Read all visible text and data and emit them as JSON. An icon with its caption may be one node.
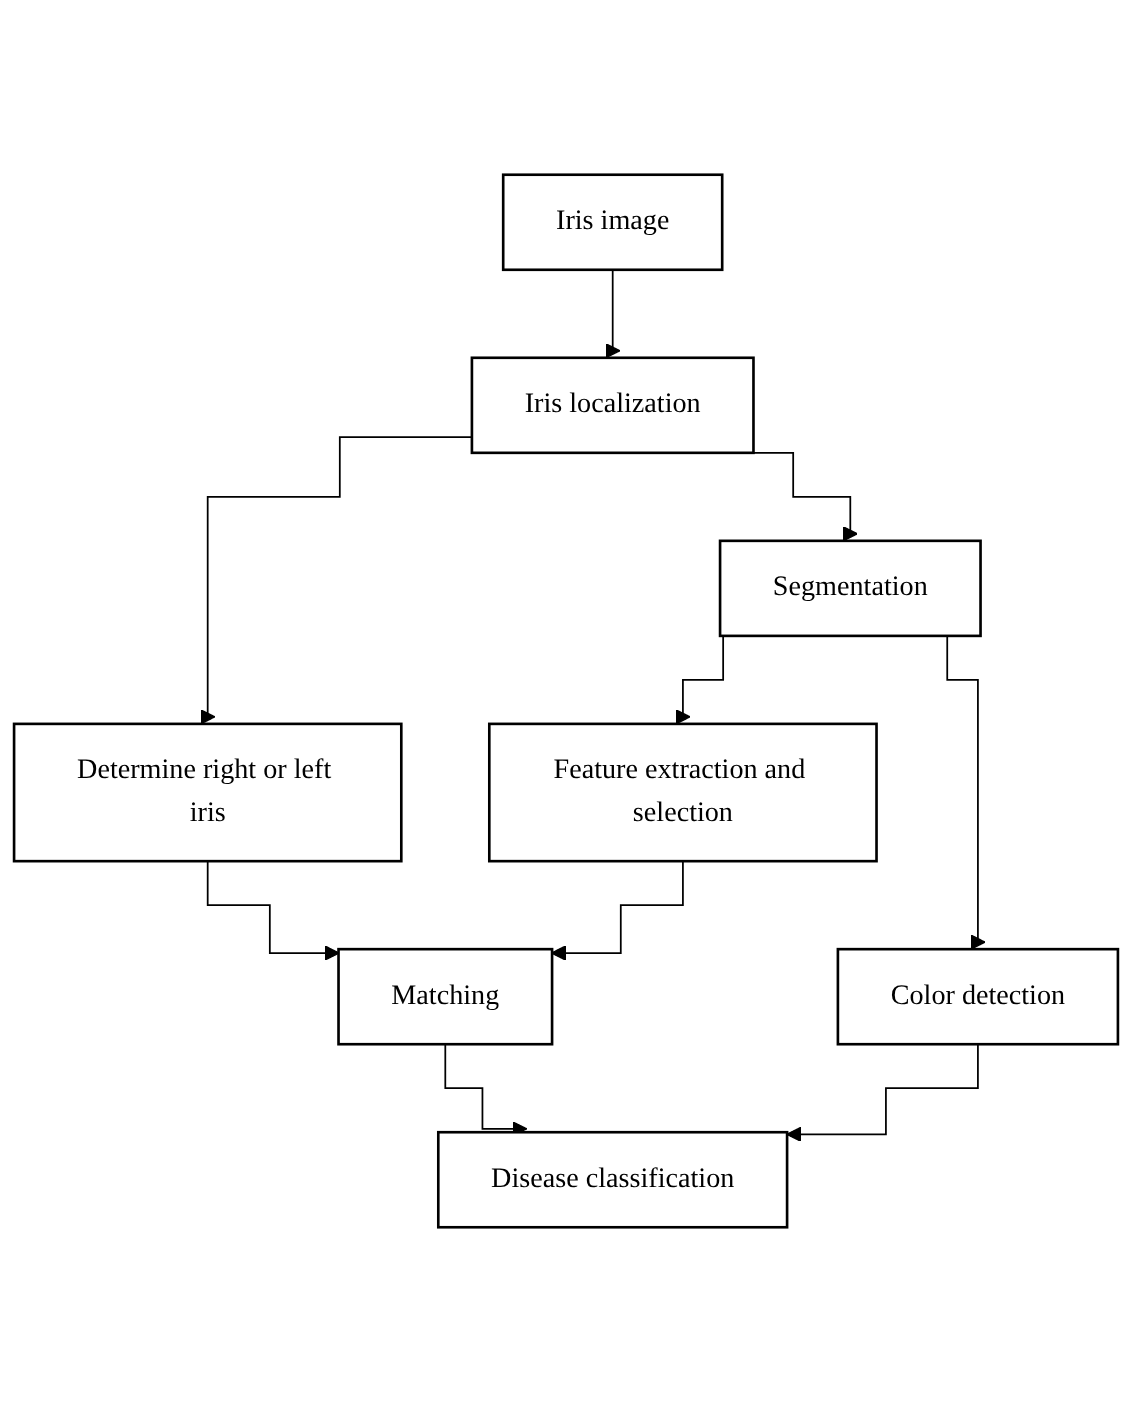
{
  "diagram": {
    "nodes": [
      {
        "text": [
          "Iris image"
        ]
      },
      {
        "text": [
          "Iris localization"
        ]
      },
      {
        "text": [
          "Determine right or left iris"
        ]
      },
      {
        "text": [
          "Segmentation"
        ]
      },
      {
        "text": [
          "Feature extraction and selection"
        ]
      },
      {
        "text": [
          "Color detection"
        ]
      },
      {
        "text": [
          "Matching"
        ]
      },
      {
        "text": [
          "Disease classification"
        ]
      }
    ],
    "edges": [
      {
        "from": 0,
        "to": 1,
        "arrow": "to"
      },
      {
        "from": 1,
        "to": 2,
        "arrow": "to"
      },
      {
        "from": 1,
        "to": 3,
        "arrow": "to"
      },
      {
        "from": 3,
        "to": 4,
        "arrow": "to"
      },
      {
        "from": 3,
        "to": 5,
        "arrow": "to"
      },
      {
        "from": 2,
        "to": 6,
        "arrow": "to"
      },
      {
        "from": 4,
        "to": 6,
        "arrow": "to"
      },
      {
        "from": 6,
        "to": 7,
        "arrow": "to"
      },
      {
        "from": 5,
        "to": 7,
        "arrow": "to"
      }
    ]
  }
}
